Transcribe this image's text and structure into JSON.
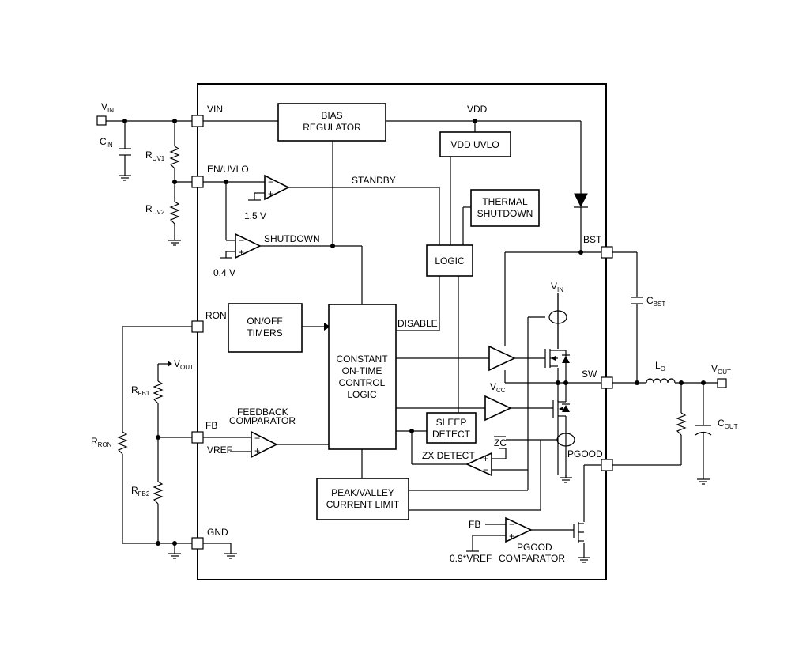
{
  "diagram": {
    "pins": {
      "vin": "VIN",
      "en_uvlo": "EN/UVLO",
      "ron": "RON",
      "fb": "FB",
      "gnd": "GND",
      "bst": "BST",
      "sw": "SW",
      "pgood": "PGOOD"
    },
    "blocks": {
      "bias_regulator": [
        "BIAS",
        "REGULATOR"
      ],
      "vdd_uvlo": "VDD UVLO",
      "thermal_shutdown": [
        "THERMAL",
        "SHUTDOWN"
      ],
      "logic": "LOGIC",
      "on_off_timers": [
        "ON/OFF",
        "TIMERS"
      ],
      "cot_logic": [
        "CONSTANT",
        "ON-TIME",
        "CONTROL",
        "LOGIC"
      ],
      "sleep_detect": [
        "SLEEP",
        "DETECT"
      ],
      "peak_valley": [
        "PEAK/VALLEY",
        "CURRENT LIMIT"
      ]
    },
    "signals": {
      "vdd": "VDD",
      "standby": "STANDBY",
      "shutdown": "SHUTDOWN",
      "disable": "DISABLE",
      "v15": "1.5 V",
      "v04": "0.4 V",
      "feedback_comp": [
        "FEEDBACK",
        "COMPARATOR"
      ],
      "vref": "VREF",
      "zx_detect": "ZX DETECT",
      "zc": "ZC",
      "fb_in": "FB",
      "vref09": "0.9*VREF",
      "pgood_comp": [
        "PGOOD",
        "COMPARATOR"
      ],
      "minus": "−",
      "plus": "+"
    },
    "components": {
      "vin_main": "V",
      "vin_main_sub": "IN",
      "cin": "C",
      "cin_sub": "IN",
      "ruv1": "R",
      "ruv1_sub": "UV1",
      "ruv2": "R",
      "ruv2_sub": "UV2",
      "vout_fb": "V",
      "vout_fb_sub": "OUT",
      "rfb1": "R",
      "rfb1_sub": "FB1",
      "rron": "R",
      "rron_sub": "RON",
      "rfb2": "R",
      "rfb2_sub": "FB2",
      "vin_fet": "V",
      "vin_fet_sub": "IN",
      "vcc": "V",
      "vcc_sub": "CC",
      "cbst": "C",
      "cbst_sub": "BST",
      "lo": "L",
      "lo_sub": "O",
      "vout_main": "V",
      "vout_main_sub": "OUT",
      "cout": "C",
      "cout_sub": "OUT"
    }
  }
}
